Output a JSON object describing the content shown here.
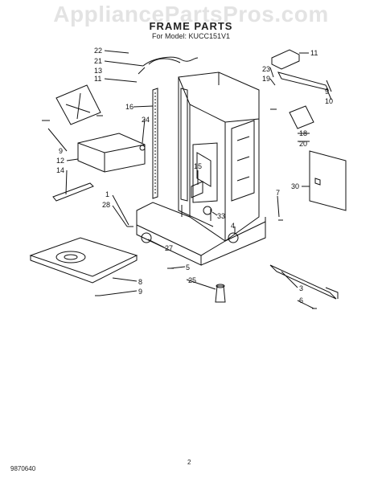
{
  "watermark": "AppliancePartsPros.com",
  "header": {
    "title": "FRAME PARTS",
    "model": "For Model: KUCC151V1"
  },
  "footer": {
    "doc_number": "9870640",
    "page_number": "2"
  },
  "callouts": [
    "22",
    "21",
    "13",
    "11",
    "23",
    "19",
    "11",
    "9",
    "10",
    "16",
    "24",
    "9",
    "12",
    "14",
    "15",
    "18",
    "20",
    "30",
    "7",
    "1",
    "28",
    "33",
    "4",
    "27",
    "5",
    "25",
    "8",
    "9",
    "3",
    "6"
  ],
  "colors": {
    "line": "#111111",
    "watermark": "#e3e3e3"
  }
}
